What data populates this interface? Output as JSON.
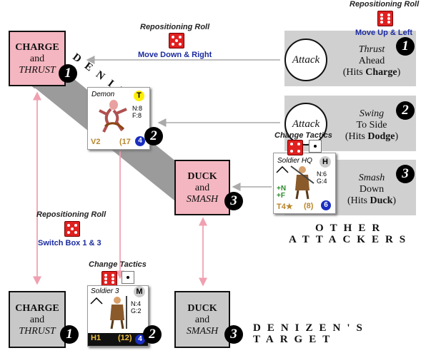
{
  "denizen_label": "DENIZEN",
  "other_attackers_line1": "OTHER",
  "other_attackers_line2": "ATTACKERS",
  "denizens_target_line1": "DENIZEN'S",
  "denizens_target_line2": "TARGET",
  "denizen_boxes": [
    {
      "title": "CHARGE",
      "and": "and",
      "sub": "THRUST",
      "number": "1"
    },
    {
      "title": "DUCK",
      "and": "and",
      "sub": "SMASH",
      "number": "3"
    }
  ],
  "target_boxes": [
    {
      "title": "CHARGE",
      "and": "and",
      "sub": "THRUST",
      "number": "1"
    },
    {
      "title": "DUCK",
      "and": "and",
      "sub": "SMASH",
      "number": "3"
    }
  ],
  "attack_rows": [
    {
      "circle": "Attack",
      "line1": "Thrust",
      "line2": "Ahead",
      "line3_pre": "(Hits ",
      "line3_bold": "Charge",
      "line3_post": ")",
      "number": "1"
    },
    {
      "circle": "Attack",
      "line1": "Swing",
      "line2": "To Side",
      "line3_pre": "(Hits ",
      "line3_bold": "Dodge",
      "line3_post": ")",
      "number": "2"
    },
    {
      "circle": "",
      "line1": "Smash",
      "line2": "Down",
      "line3_pre": "(Hits ",
      "line3_bold": "Duck",
      "line3_post": ")",
      "number": "3"
    }
  ],
  "rolls": {
    "top_right": {
      "title": "Repositioning Roll",
      "sub": "Move Up & Left"
    },
    "top_mid": {
      "title": "Repositioning Roll",
      "sub": "Move Down & Right"
    },
    "left_mid": {
      "title": "Repositioning Roll",
      "sub": "Switch Box 1 & 3"
    },
    "change_tactics_1": "Change Tactics",
    "change_tactics_2": "Change Tactics"
  },
  "cards": {
    "demon": {
      "name": "Demon",
      "badge": "T",
      "stat1": "N:8",
      "stat2": "F:8",
      "v": "V2",
      "fame": "(17",
      "circle": "4",
      "box_number": "2"
    },
    "soldier_hq": {
      "name": "Soldier HQ",
      "badge": "H",
      "stat1": "N:6",
      "stat2": "G:4",
      "side1": "+N",
      "side2": "+F",
      "t": "T4★",
      "fame": "(8)",
      "circle": "6"
    },
    "soldier3": {
      "name": "Soldier 3",
      "badge": "M",
      "stat1": "N:4",
      "stat2": "G:2",
      "h": "H1",
      "fame": "(12)",
      "circle": "4",
      "box_number": "2"
    }
  },
  "colors": {
    "pink": "#f4b6c0",
    "grey": "#c8c8c8",
    "die_red": "#e02020",
    "link_blue": "#1a2aa0",
    "arrow": "#f0a0b0"
  }
}
